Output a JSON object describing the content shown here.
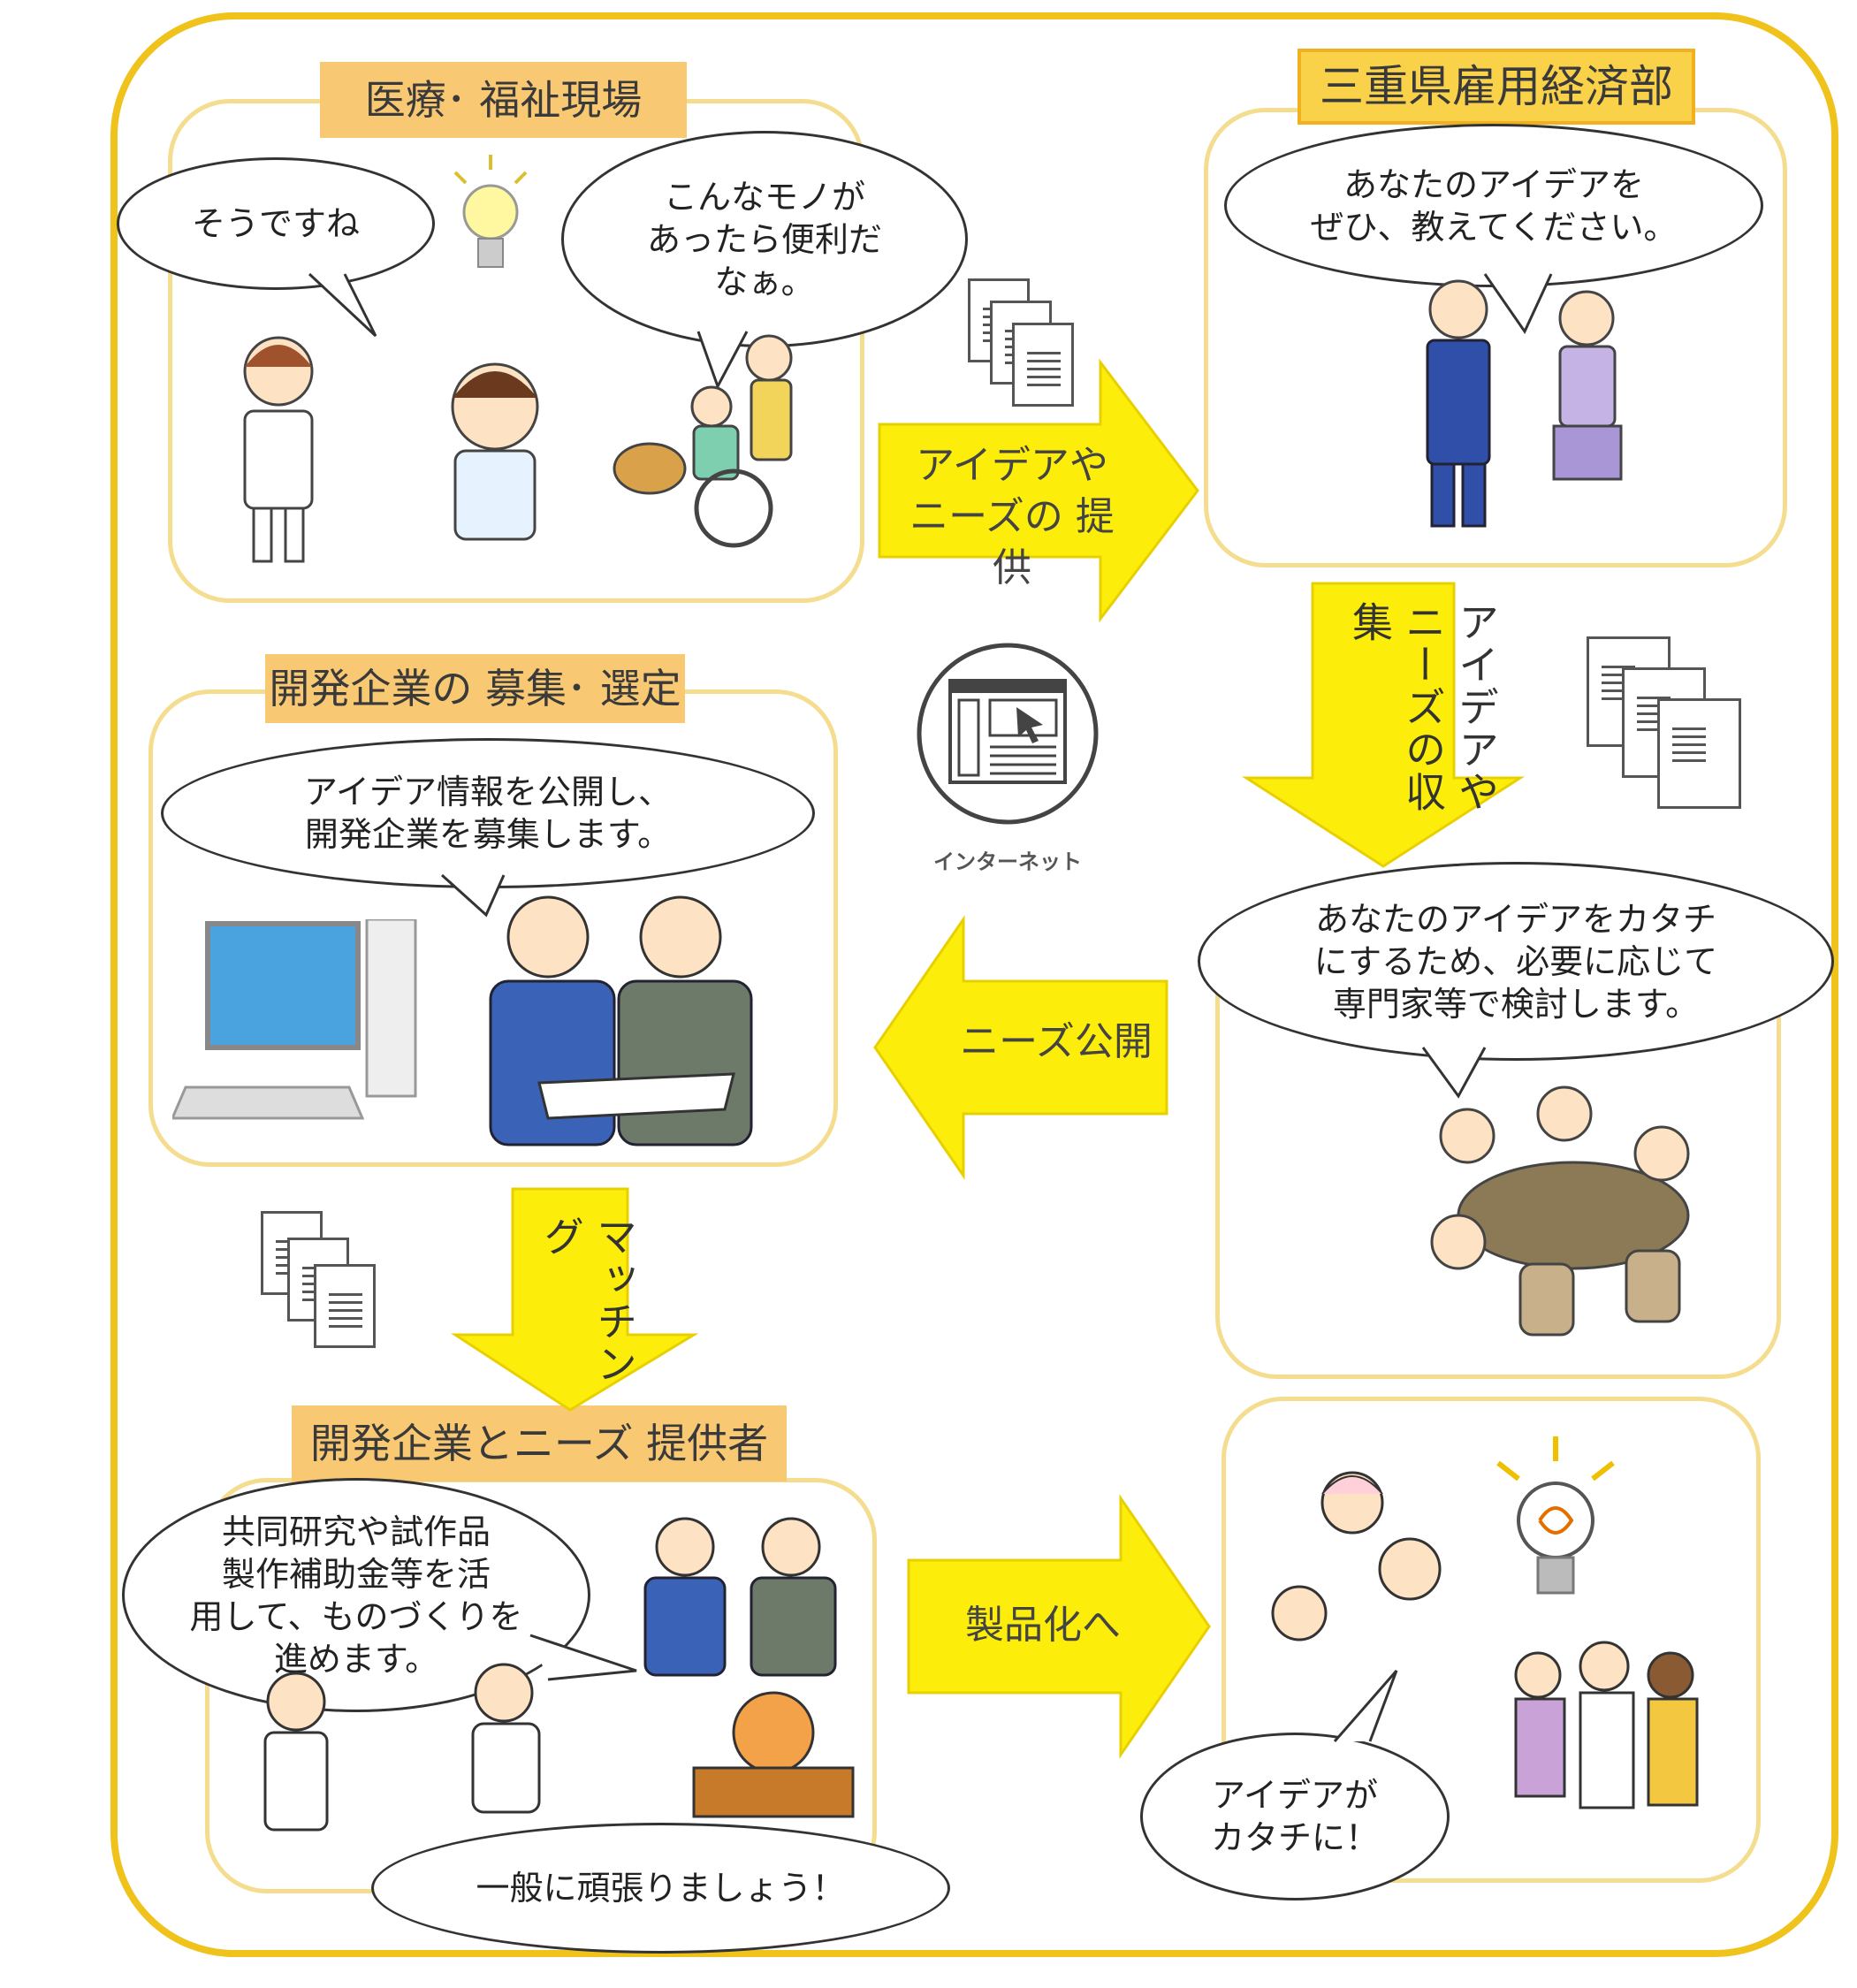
{
  "labels": {
    "medical_site": "医療･ 福祉現場",
    "mie_dept": "三重県雇用経済部",
    "recruit": "開発企業の 募集･ 選定",
    "partners": "開発企業とニーズ 提供者"
  },
  "bubbles": {
    "agree": "そうですね",
    "wish": "こんなモノが\nあったら便利だ\nなぁ。",
    "ask_idea": "あなたのアイデアを\nぜひ、教えてください。",
    "publish": "アイデア情報を公開し、\n開発企業を募集します。",
    "review": "あなたのアイデアをカタチ\nにするため、必要に応じて\n専門家等で検討します。",
    "research": "共同研究や試作品\n製作補助金等を活\n用して、ものづくりを\n進めます。",
    "cheer": "一般に頑張りましょう！",
    "realized": "アイデアが\nカタチに！"
  },
  "arrows": {
    "provide": "アイデアや\nニーズの 提供",
    "collect": "アイデアや\nニーズの収集",
    "needs_open": "ニーズ公開",
    "matching": "マッチング",
    "to_product": "製品化へ"
  },
  "internet_label": "インターネット",
  "colors": {
    "frame": "#f0c21c",
    "arrow": "#fcee0a",
    "label_bg": "#f9c873",
    "panel_border": "#f5dd8f"
  }
}
